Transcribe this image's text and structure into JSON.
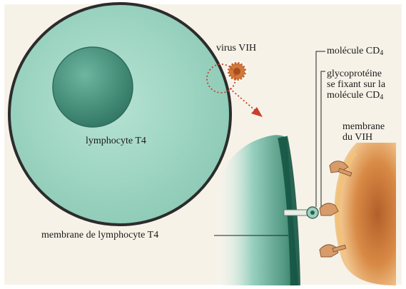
{
  "labels": {
    "virus": "virus VIH",
    "cd4": "molécule CD",
    "cd4_sub": "4",
    "glyco_line1": "glycoprotéine",
    "glyco_line2": "se fixant sur la",
    "glyco_line3": "molécule CD",
    "glyco_sub": "4",
    "membrane_vih_line1": "membrane",
    "membrane_vih_line2": "du VIH",
    "lymphocyte": "lymphocyte T4",
    "membrane_lymphocyte": "membrane de lymphocyte T4"
  },
  "colors": {
    "background": "#f7f3e9",
    "cell_fill": "#9fd6c5",
    "nucleus_fill": "#4e9a82",
    "membrane_dark": "#1f6b57",
    "virus_fill": "#d8893e",
    "arrow": "#c8402e"
  }
}
